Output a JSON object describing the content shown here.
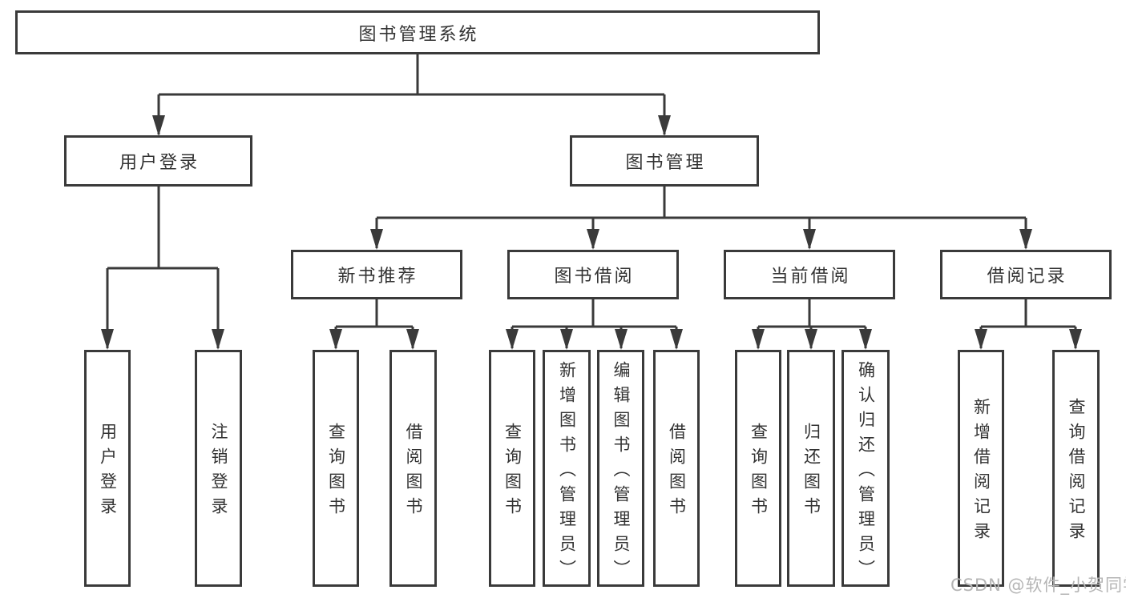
{
  "tree": {
    "label": "图书管理系统",
    "children": [
      {
        "label": "用户登录",
        "children": [
          {
            "label": "用户登录"
          },
          {
            "label": "注销登录"
          }
        ]
      },
      {
        "label": "图书管理",
        "children": [
          {
            "label": "新书推荐",
            "children": [
              {
                "label": "查询图书"
              },
              {
                "label": "借阅图书"
              }
            ]
          },
          {
            "label": "图书借阅",
            "children": [
              {
                "label": "查询图书"
              },
              {
                "label": "新增图书（管理员）"
              },
              {
                "label": "编辑图书（管理员）"
              },
              {
                "label": "借阅图书"
              }
            ]
          },
          {
            "label": "当前借阅",
            "children": [
              {
                "label": "查询图书"
              },
              {
                "label": "归还图书"
              },
              {
                "label": "确认归还（管理员）"
              }
            ]
          },
          {
            "label": "借阅记录",
            "children": [
              {
                "label": "新增借阅记录"
              },
              {
                "label": "查询借阅记录"
              }
            ]
          }
        ]
      }
    ]
  },
  "watermark": {
    "text": "CSDN @软件_小贺同学"
  },
  "colors": {
    "line": "#3a3a3a",
    "node_border": "#3a3a3a",
    "text": "#333333",
    "background": "#ffffff",
    "watermark": "#b5b5b5"
  }
}
